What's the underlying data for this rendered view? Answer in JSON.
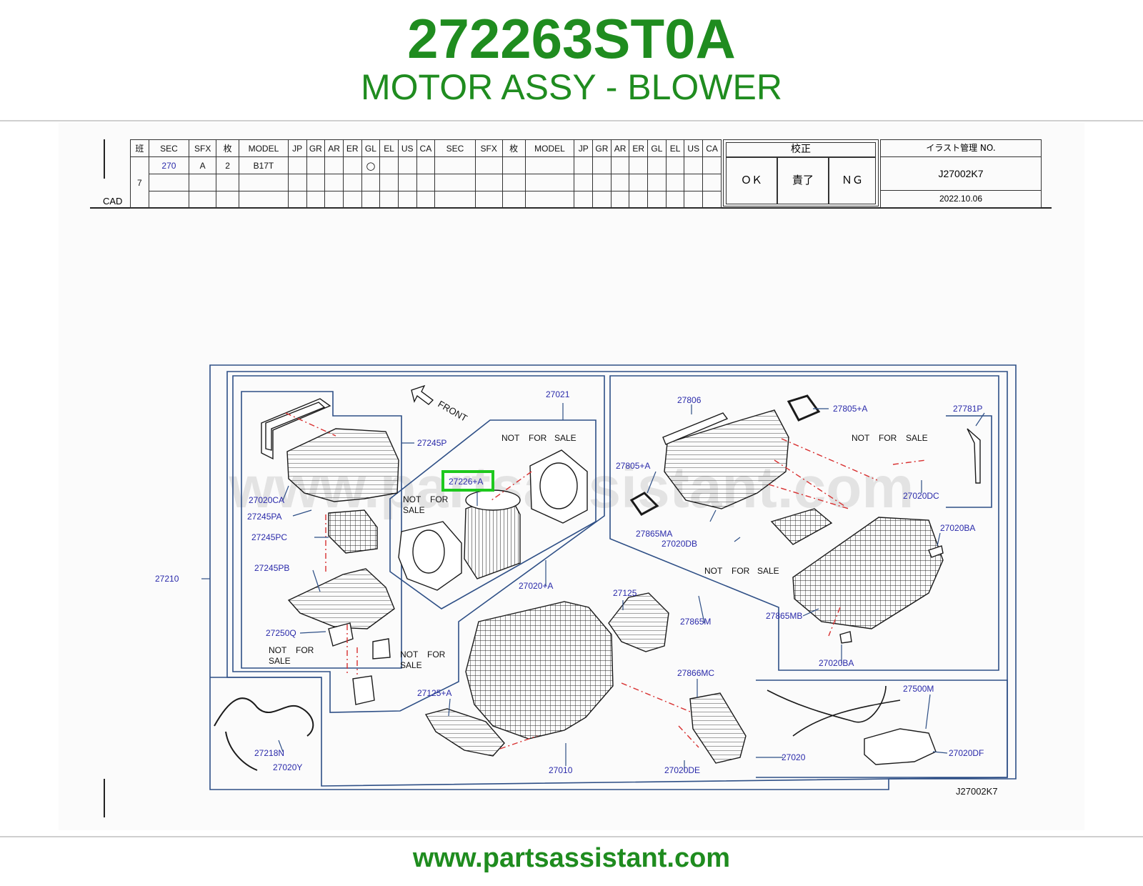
{
  "header": {
    "part_number": "272263ST0A",
    "part_name": "MOTOR ASSY - BLOWER"
  },
  "table": {
    "left_headers": [
      "班",
      "SEC",
      "SFX",
      "枚",
      "MODEL",
      "JP",
      "GR",
      "AR",
      "ER",
      "GL",
      "EL",
      "US",
      "CA"
    ],
    "right_headers": [
      "SEC",
      "SFX",
      "枚",
      "MODEL",
      "JP",
      "GR",
      "AR",
      "ER",
      "GL",
      "EL",
      "US",
      "CA"
    ],
    "row1": {
      "sec": "270",
      "sfx": "A",
      "sheets": "2",
      "model": "B17T",
      "gl_mark": "○"
    },
    "ban_value": "7",
    "cad_label": "CAD",
    "approval_title": "校正",
    "approval_cells": [
      "ＯＫ",
      "責了",
      "ＮＧ"
    ],
    "illust_title": "イラスト管理 NO.",
    "illust_no": "J27002K7",
    "date": "2022.10.06"
  },
  "diagram": {
    "labels": {
      "l27245P": "27245P",
      "l27020CA": "27020CA",
      "l27245PA": "27245PA",
      "l27245PC": "27245PC",
      "l27245PB": "27245PB",
      "l27250Q": "27250Q",
      "l27210": "27210",
      "l27021": "27021",
      "l27226A": "27226+A",
      "l27020A": "27020+A",
      "l27125": "27125",
      "l27125A": "27125+A",
      "l27010": "27010",
      "l27218N": "27218N",
      "l27020Y": "27020Y",
      "l27806": "27806",
      "l27805A_top": "27805+A",
      "l27805A_left": "27805+A",
      "l27781P": "27781P",
      "l27020DC": "27020DC",
      "l27865MA": "27865MA",
      "l27020DB": "27020DB",
      "l27020BA_right": "27020BA",
      "l27865MB": "27865MB",
      "l27865M": "27865M",
      "l27020BA_bottom": "27020BA",
      "l27866MC": "27866MC",
      "l27020DE": "27020DE",
      "l27020": "27020",
      "l27500M": "27500M",
      "l27020DF": "27020DF",
      "front": "FRONT",
      "illust_ref": "J27002K7"
    },
    "nfs_not": "NOT",
    "nfs_for": "FOR",
    "nfs_sale": "SALE",
    "watermark": "www.partsassistant.com",
    "highlighted_part": "27226+A",
    "colors": {
      "frame": "#2e4f86",
      "label": "#2a2aaa",
      "highlight": "#1ec81e",
      "leader_dash": "#d83030",
      "brand": "#1f8c1f"
    }
  },
  "footer": {
    "url": "www.partsassistant.com"
  }
}
